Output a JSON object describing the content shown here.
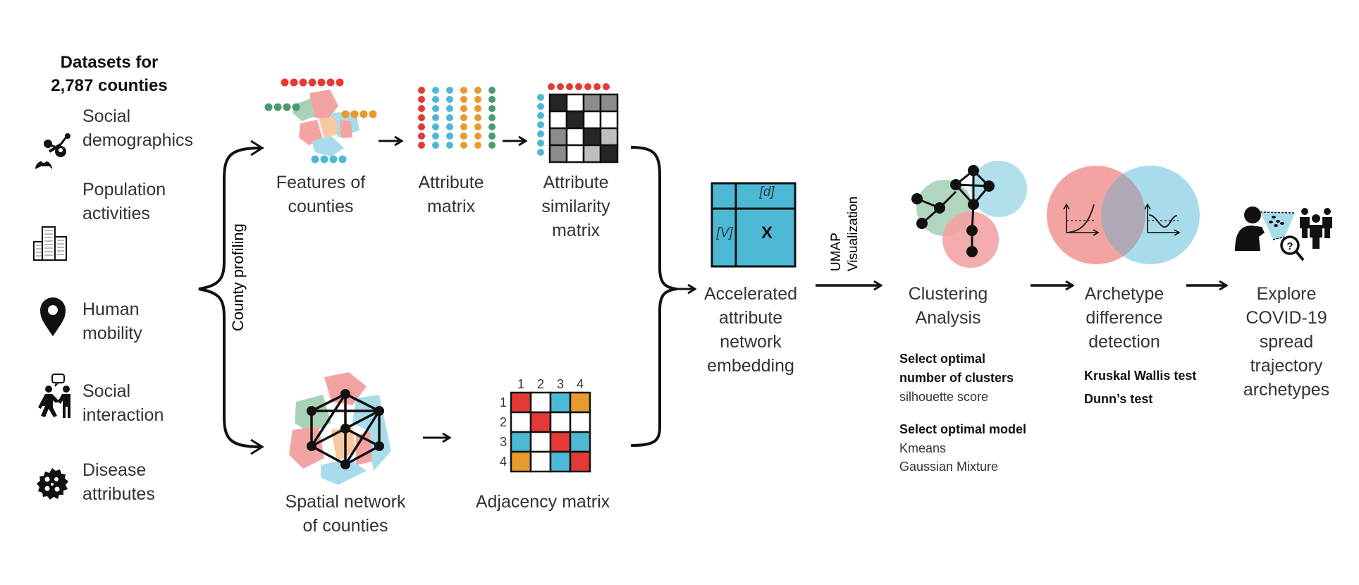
{
  "colors": {
    "red": "#e53935",
    "blue": "#4db8d4",
    "orange": "#e89a2c",
    "green": "#4a9a72",
    "pink_fill": "#f4a3a3",
    "lightblue_fill": "#a9dcea",
    "lightgreen_fill": "#a8d2b8",
    "peach_fill": "#f6c9a0",
    "overlap_gray": "#b0a8b4",
    "dark": "#111111"
  },
  "datasets": {
    "title": "Datasets for\n2,787 counties",
    "items": [
      {
        "icon": "social-demographics-icon",
        "label": "Social\ndemographics"
      },
      {
        "icon": "population-activities-icon",
        "label": "Population\nactivities"
      },
      {
        "icon": "location-pin-icon",
        "label": "Human\nmobility"
      },
      {
        "icon": "social-interaction-icon",
        "label": "Social\ninteraction"
      },
      {
        "icon": "virus-icon",
        "label": "Disease\nattributes"
      }
    ]
  },
  "profiling": {
    "label": "County profiling"
  },
  "top_branch": {
    "features": "Features of\ncounties",
    "attribute_matrix": "Attribute\nmatrix",
    "similarity_matrix": "Attribute\nsimilarity\nmatrix",
    "attribute_matrix_columns": [
      "red",
      "blue",
      "blue",
      "orange",
      "orange",
      "green"
    ],
    "similarity_cells": [
      [
        0.85,
        0.0,
        0.45,
        0.45
      ],
      [
        0.0,
        0.85,
        0.0,
        0.0
      ],
      [
        0.45,
        0.0,
        0.85,
        0.25
      ],
      [
        0.45,
        0.0,
        0.25,
        0.85
      ]
    ]
  },
  "bottom_branch": {
    "spatial_network": "Spatial network\nof counties",
    "adjacency_matrix": "Adjacency matrix",
    "adjacency_headers": [
      "1",
      "2",
      "3",
      "4"
    ],
    "adjacency_cells": [
      [
        "red",
        "white",
        "blue",
        "orange"
      ],
      [
        "white",
        "red",
        "white",
        "white"
      ],
      [
        "blue",
        "white",
        "red",
        "blue"
      ],
      [
        "orange",
        "white",
        "blue",
        "red"
      ]
    ]
  },
  "embedding": {
    "label": "Accelerated\nattribute\nnetwork\nembedding",
    "d_label": "[d]",
    "v_label": "[V]",
    "x_label": "X"
  },
  "umap": {
    "line1": "UMAP",
    "line2": "Visualization"
  },
  "clustering": {
    "label": "Clustering\nAnalysis",
    "heading1": "Select optimal",
    "heading1b": "number of clusters",
    "detail1": "silhouette score",
    "heading2": "Select optimal model",
    "detail2a": "Kmeans",
    "detail2b": "Gaussian Mixture"
  },
  "archetype": {
    "label": "Archetype\ndifference\ndetection",
    "test1": "Kruskal Wallis test",
    "test2": "Dunn’s test"
  },
  "explore": {
    "label": "Explore\nCOVID-19\nspread\ntrajectory\narchetypes",
    "question_mark": "?"
  }
}
